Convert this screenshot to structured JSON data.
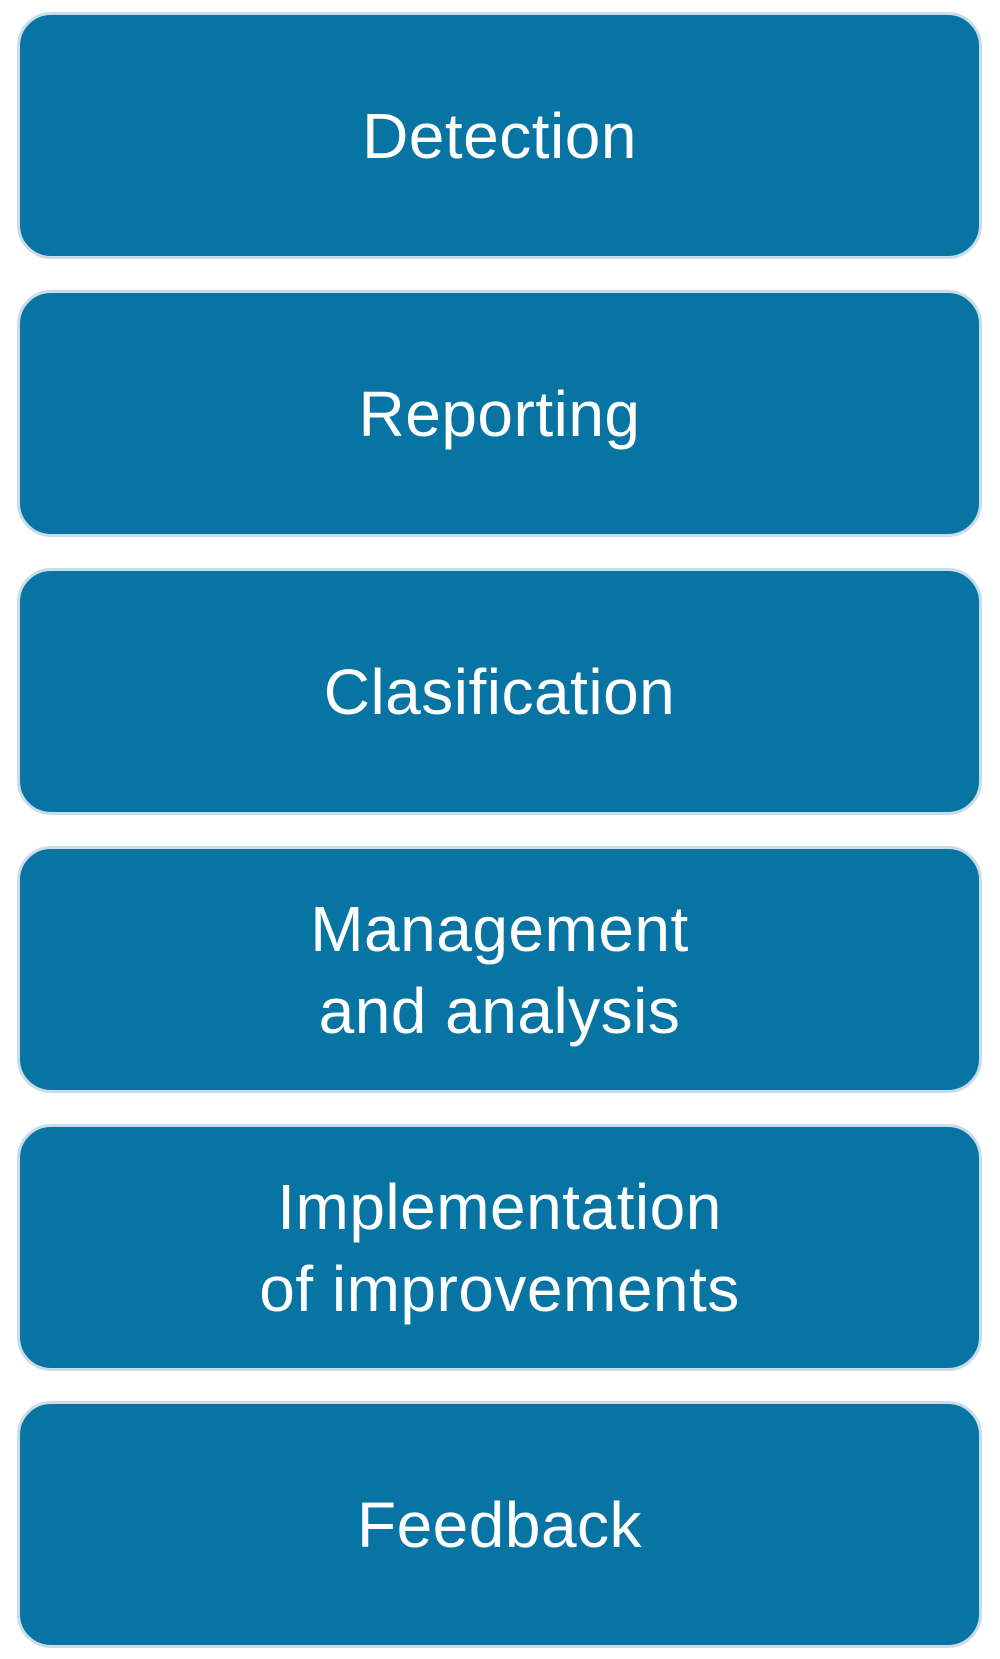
{
  "colors": {
    "box_fill": "#0874a3",
    "box_text": "#ffffff",
    "box_outline": "#c9dde9",
    "background": "#ffffff"
  },
  "steps": [
    {
      "label": "Detection"
    },
    {
      "label": "Reporting"
    },
    {
      "label": "Clasification"
    },
    {
      "label": "Management\nand analysis"
    },
    {
      "label": "Implementation\nof improvements"
    },
    {
      "label": "Feedback"
    }
  ]
}
